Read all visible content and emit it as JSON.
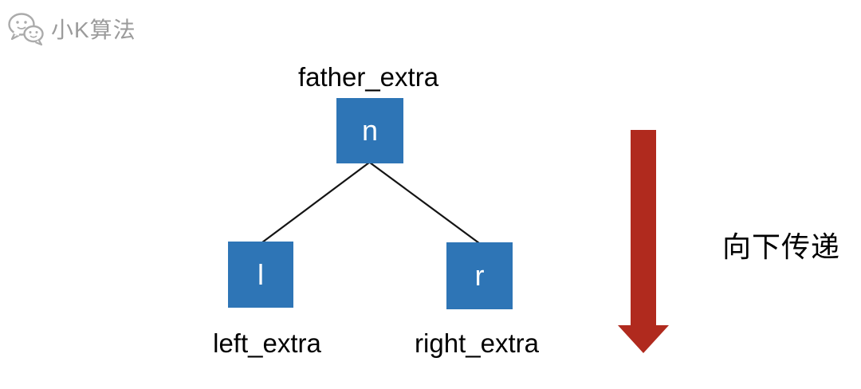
{
  "header": {
    "account_name": "小K算法",
    "icon": "wechat-logo",
    "text_color": "#9B9B9B"
  },
  "diagram": {
    "type": "binary-tree",
    "father_label": "father_extra",
    "left_label": "left_extra",
    "right_label": "right_extra",
    "nodes": {
      "father": "n",
      "left": "l",
      "right": "r"
    },
    "edges": [
      {
        "from": "n",
        "to": "l"
      },
      {
        "from": "n",
        "to": "r"
      }
    ]
  },
  "annotation": {
    "text": "向下传递",
    "arrow_direction": "down"
  },
  "colors": {
    "node-blue": "#2E75B6",
    "arrow-red": "#B02A1E",
    "edge-black": "#141414",
    "text-black": "#000000",
    "header-gray": "#9B9B9B"
  }
}
